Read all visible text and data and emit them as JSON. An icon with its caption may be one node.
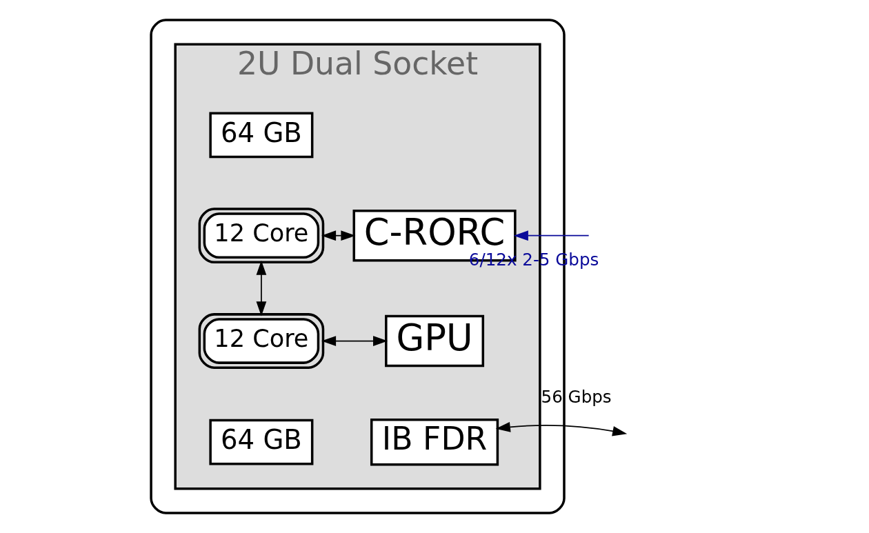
{
  "diagram": {
    "nodes": [
      {
        "text": [],
        "shape": "box"
      },
      {
        "text": [
          "2U Dual Socket"
        ],
        "in": 0
      },
      {
        "text": [
          "64 GB"
        ],
        "in": 1
      },
      {
        "text": [
          "12 Core"
        ],
        "in": 1
      },
      {
        "text": [
          "C-RORC"
        ],
        "in": 1
      },
      {
        "text": [
          "12 Core"
        ],
        "in": 1
      },
      {
        "text": [
          "GPU"
        ],
        "in": 1
      },
      {
        "text": [
          "64 GB"
        ],
        "in": 1
      },
      {
        "text": [
          "IB FDR"
        ],
        "in": 1
      }
    ],
    "edges": [
      {
        "from": 3,
        "to": 4,
        "arrow": "both"
      },
      {
        "from": 3,
        "to": 5,
        "arrow": "both"
      },
      {
        "from": 5,
        "to": 6,
        "arrow": "both"
      },
      {
        "from": null,
        "to": 4,
        "arrow": "to",
        "label": "6/12x 2-5 Gbps",
        "color": "#0a0a9a"
      },
      {
        "from": 8,
        "to": null,
        "arrow": "both",
        "label": "56 Gbps"
      }
    ]
  }
}
